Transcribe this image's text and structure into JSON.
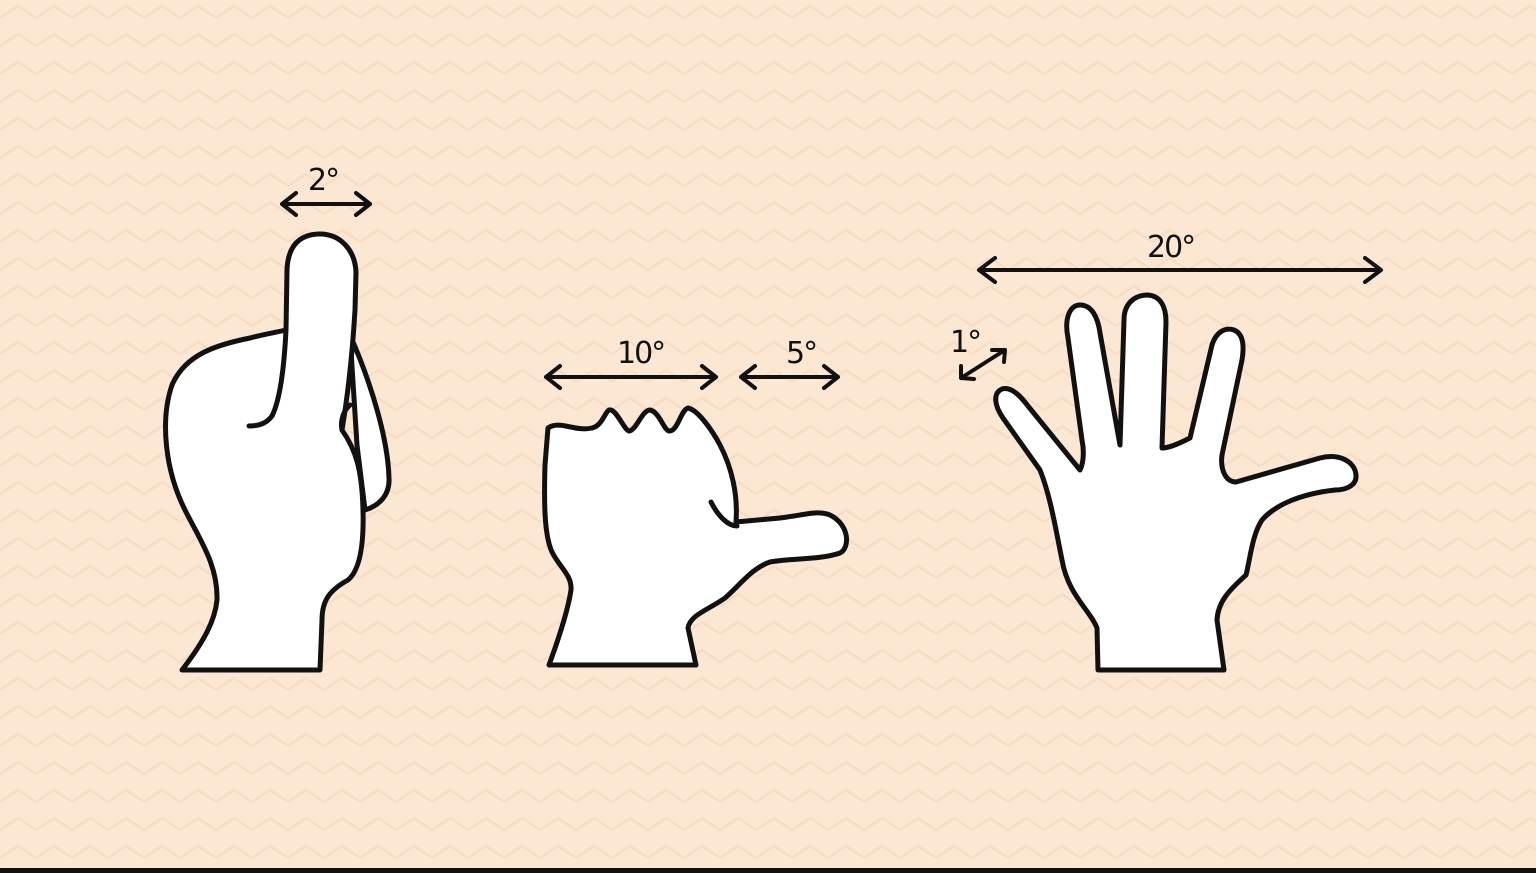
{
  "colors": {
    "background": "#fce7d2",
    "chevron": "#f6dcc4",
    "hand_fill": "#ffffff",
    "outline": "#111111"
  },
  "labels": {
    "index_finger_width": "2°",
    "fist_width": "10°",
    "thumb_extension": "5°",
    "hand_span": "20°",
    "pinky_width": "1°"
  }
}
